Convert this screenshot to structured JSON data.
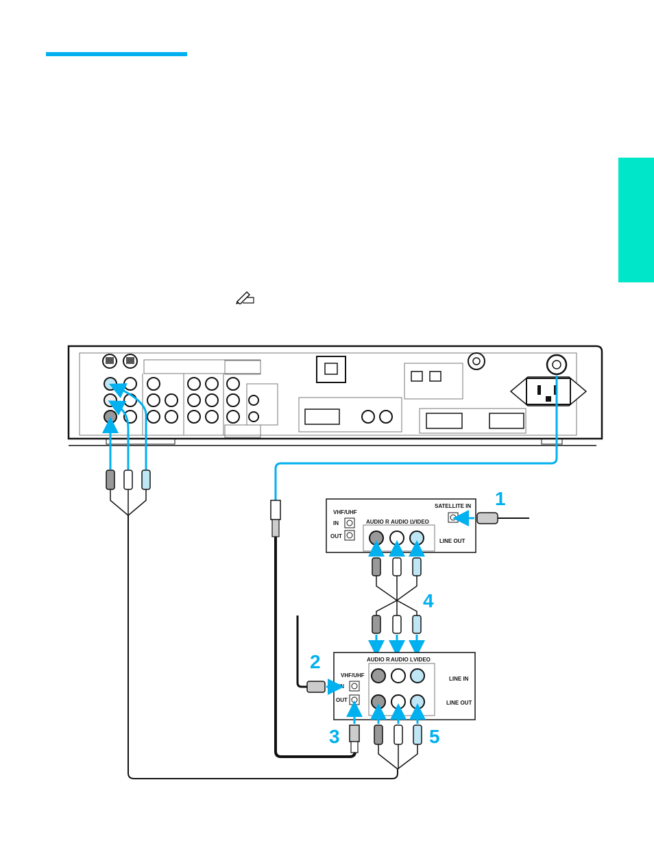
{
  "colors": {
    "accent": "#00b0ef",
    "side_tab": "#00e6c8",
    "line": "#111111"
  },
  "icons": {
    "note": "pen-note-icon"
  },
  "satellite_box": {
    "label_vhf_uhf": "VHF/UHF",
    "label_in": "IN",
    "label_out": "OUT",
    "label_satellite_in": "SATELLITE IN",
    "label_audio_r": "AUDIO R",
    "label_audio_l": "AUDIO L",
    "label_video": "VIDEO",
    "label_line_out": "LINE OUT"
  },
  "vcr": {
    "label_audio_r": "AUDIO R",
    "label_audio_l": "AUDIO L",
    "label_video": "VIDEO",
    "label_vhf_uhf": "VHF/UHF",
    "label_in": "IN",
    "label_out": "OUT",
    "label_line_in": "LINE IN",
    "label_line_out": "LINE OUT"
  },
  "steps": {
    "s1": "1",
    "s2": "2",
    "s3": "3",
    "s4": "4",
    "s5": "5"
  }
}
